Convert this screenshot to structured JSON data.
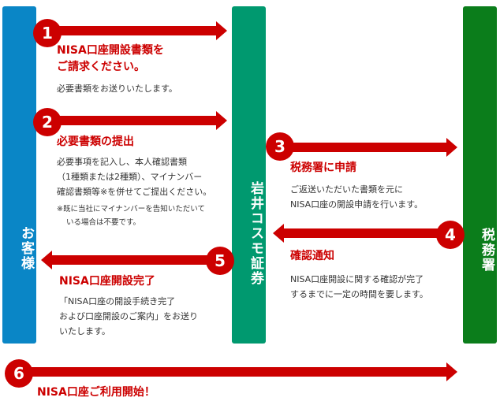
{
  "colors": {
    "customer": "#0a86c6",
    "broker": "#00996f",
    "tax": "#0b7d1b",
    "accent": "#cc0000"
  },
  "columns": {
    "customer": "お客様",
    "broker": "岩井コスモ証券",
    "tax": "税務署"
  },
  "steps": [
    {
      "num": "1",
      "title_lines": [
        "NISA口座開設書類を",
        "ご請求ください。"
      ],
      "body": [
        "必要書類をお送りいたします。"
      ]
    },
    {
      "num": "2",
      "title_lines": [
        "必要書類の提出"
      ],
      "body": [
        "必要事項を記入し、本人確認書類",
        "（1種類または2種類）、マイナンバー",
        "確認書類等※を併せてご提出ください。"
      ],
      "note": [
        "※既に当社にマイナンバーを告知いただいて",
        "いる場合は不要です。"
      ]
    },
    {
      "num": "3",
      "title_lines": [
        "税務署に申請"
      ],
      "body": [
        "ご返送いただいた書類を元に",
        "NISA口座の開設申請を行います。"
      ]
    },
    {
      "num": "4",
      "title_lines": [
        "確認通知"
      ],
      "body": [
        "NISA口座開設に関する確認が完了",
        "するまでに一定の時間を要します。"
      ]
    },
    {
      "num": "5",
      "title_lines": [
        "NISA口座開設完了"
      ],
      "body": [
        "「NISA口座の開設手続き完了",
        "および口座開設のご案内」をお送り",
        "いたします。"
      ]
    },
    {
      "num": "6",
      "title_lines": [
        "NISA口座ご利用開始！"
      ]
    }
  ]
}
